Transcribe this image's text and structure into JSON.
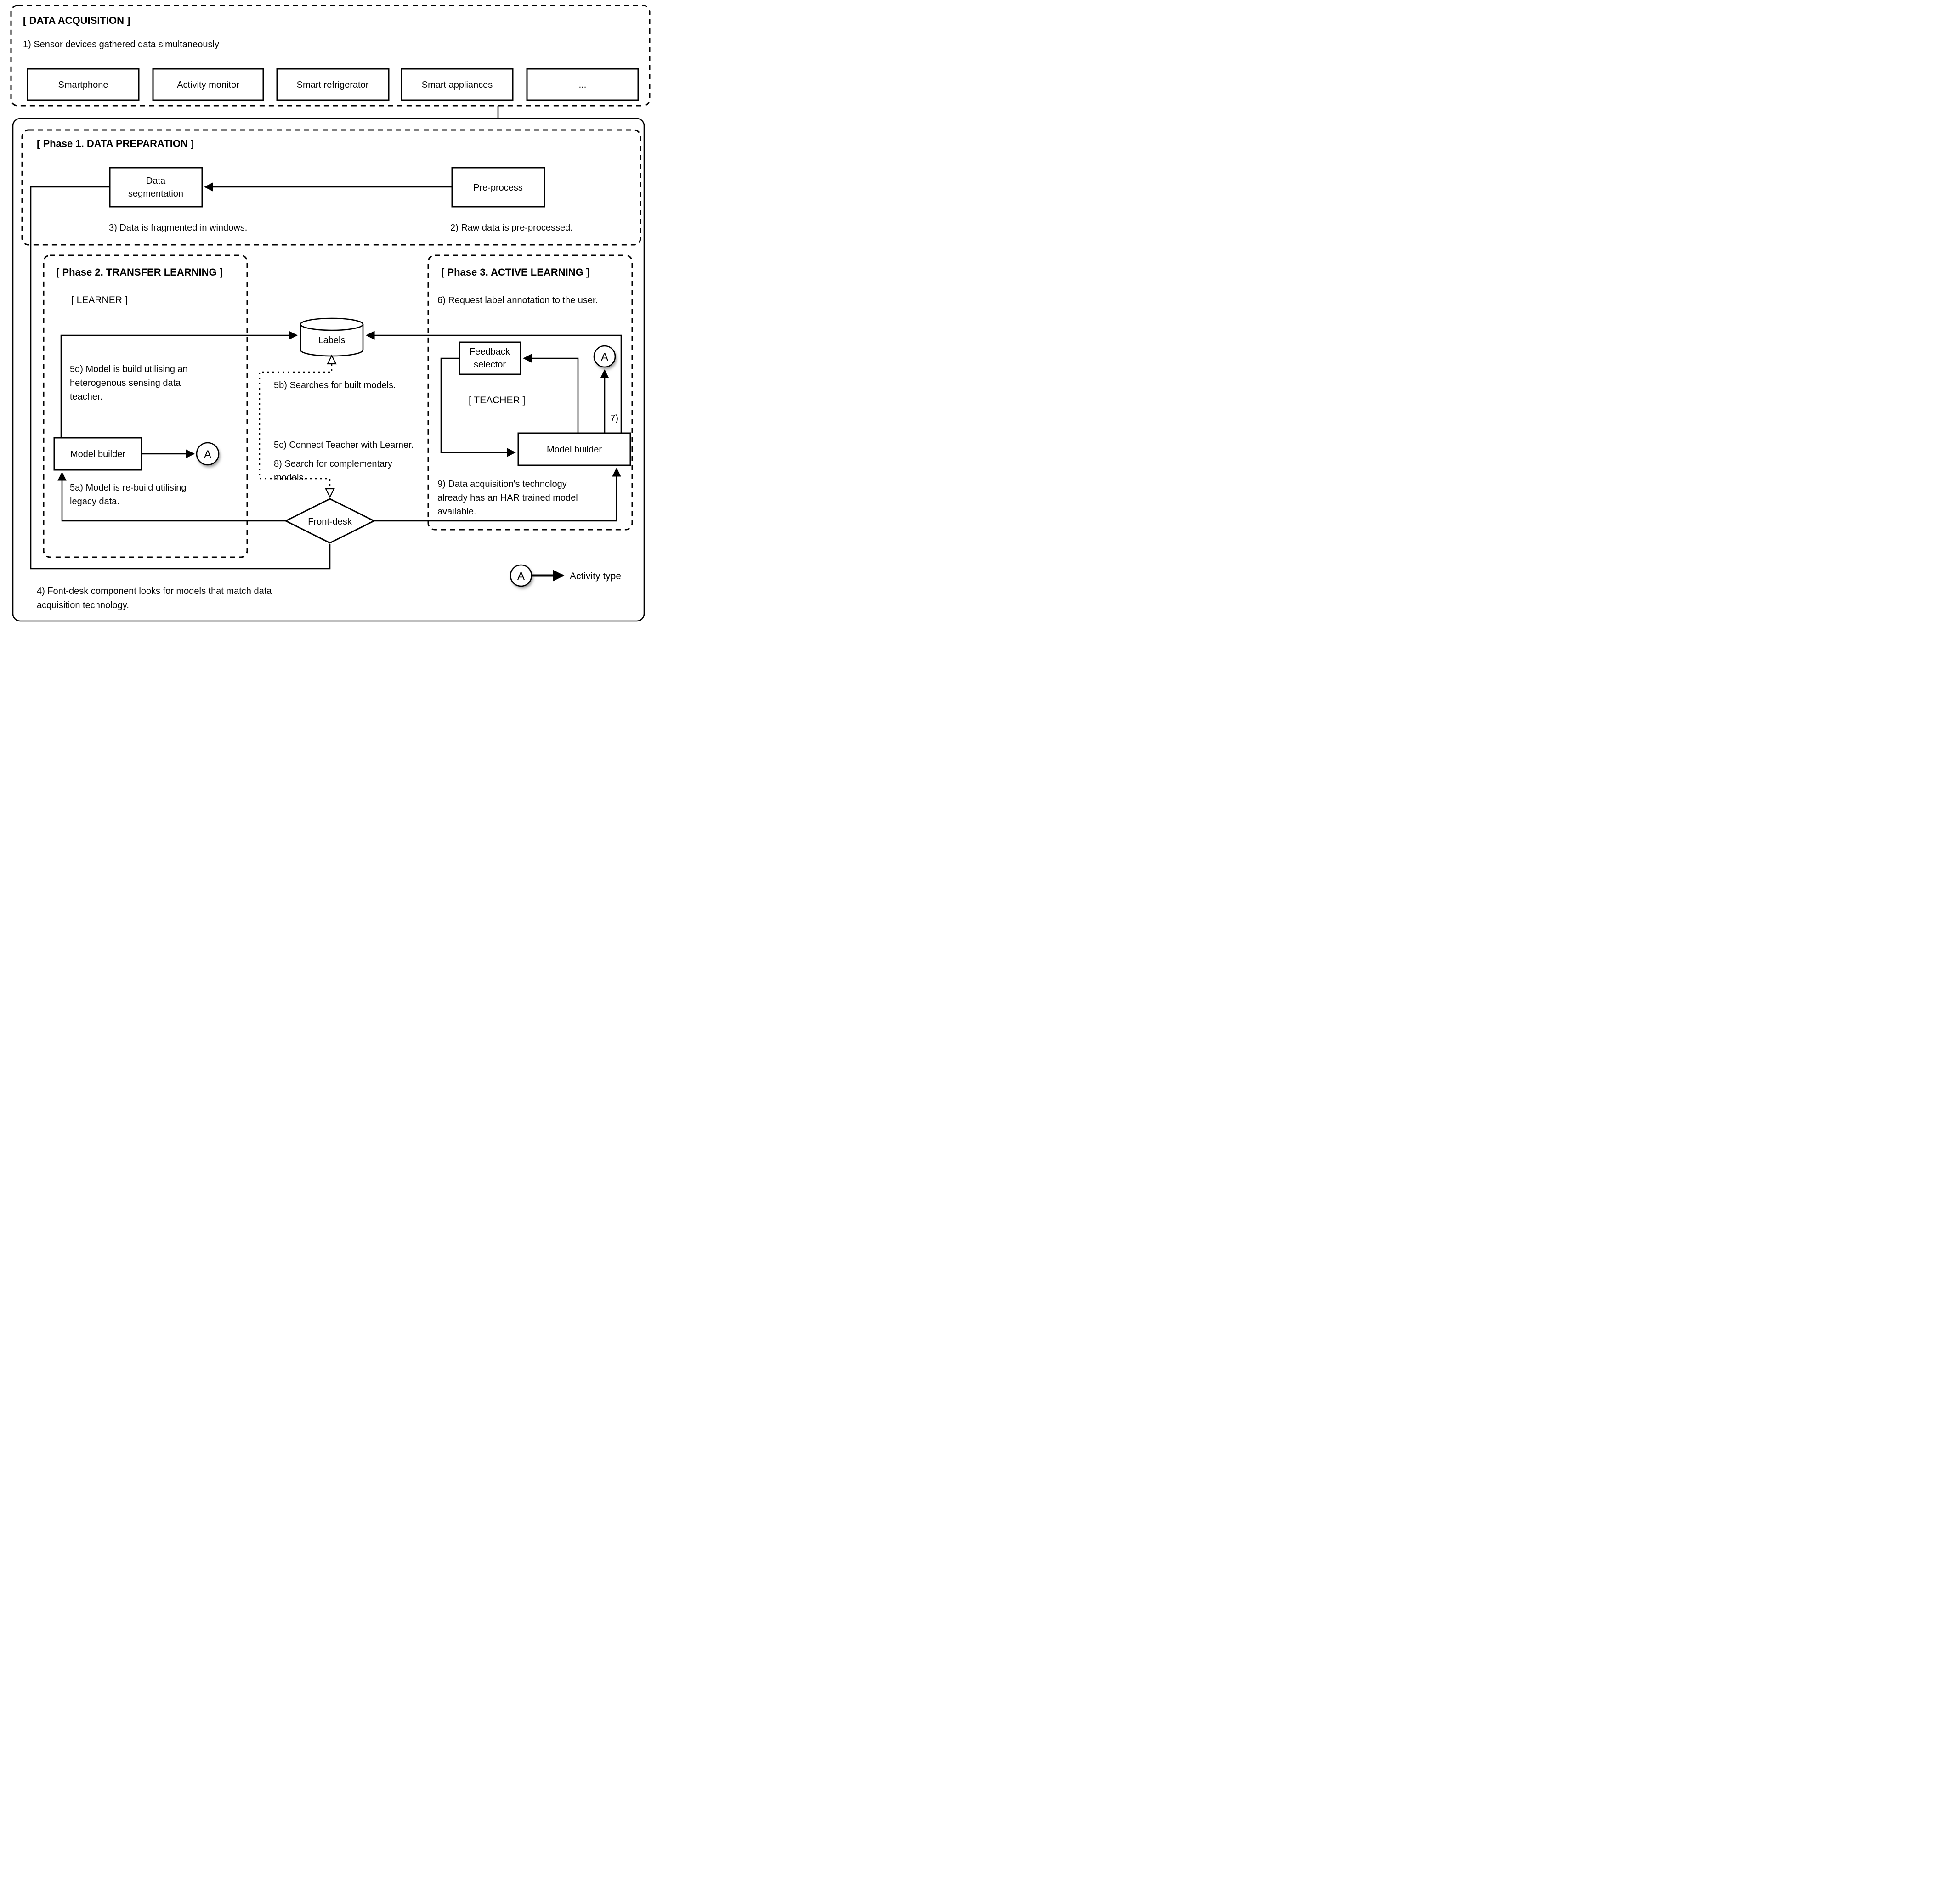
{
  "acquisition": {
    "title": "[ DATA ACQUISITION ]",
    "step1": "1) Sensor devices gathered data simultaneously",
    "devices": [
      "Smartphone",
      "Activity monitor",
      "Smart refrigerator",
      "Smart appliances",
      "..."
    ]
  },
  "phase1": {
    "title": "[ Phase 1. DATA PREPARATION ]",
    "data_segmentation": {
      "line1": "Data",
      "line2": "segmentation"
    },
    "preprocess": "Pre-process",
    "step3": "3) Data is fragmented in windows.",
    "step2": "2) Raw data is pre-processed."
  },
  "phase2": {
    "title": "[ Phase 2. TRANSFER LEARNING ]",
    "learner": "[ LEARNER ]",
    "model_builder": "Model builder",
    "activity_badge": "A",
    "step5d": [
      "5d) Model is build utilising an",
      "heterogenous sensing data",
      "teacher."
    ],
    "step5a": [
      "5a) Model is re-build utilising",
      "legacy data."
    ]
  },
  "middle": {
    "labels_store": "Labels",
    "step5b": "5b) Searches for built models.",
    "step5c": "5c) Connect Teacher with Learner.",
    "step8": [
      "8) Search for complementary",
      "models."
    ],
    "front_desk": "Front-desk"
  },
  "phase3": {
    "title": "[ Phase 3. ACTIVE LEARNING ]",
    "step6": "6) Request label annotation to the user.",
    "feedback_selector": {
      "line1": "Feedback",
      "line2": "selector"
    },
    "teacher": "[ TEACHER ]",
    "activity_badge": "A",
    "step7": "7)",
    "model_builder": "Model builder",
    "step9": [
      "9) Data acquisition's technology",
      "already has an HAR trained model",
      "available."
    ]
  },
  "footer": {
    "step4": [
      "4) Font-desk component looks for models that match data",
      "acquisition technology."
    ]
  },
  "legend": {
    "badge": "A",
    "label": "Activity type"
  }
}
